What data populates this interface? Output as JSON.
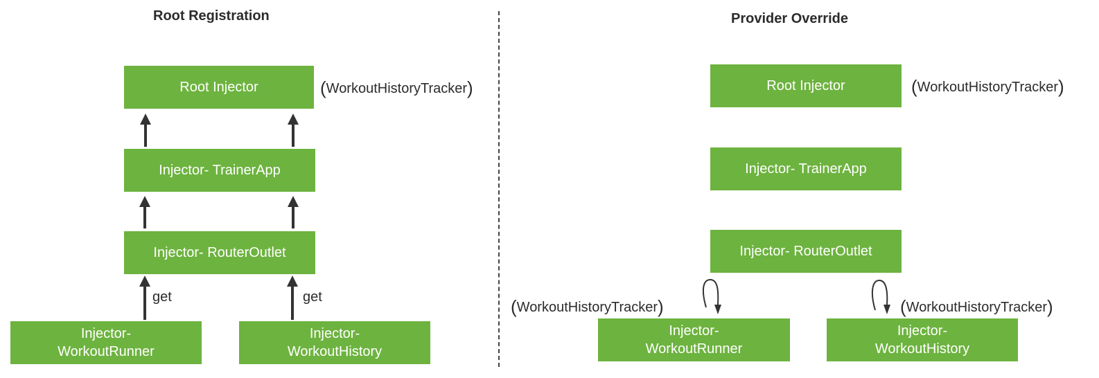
{
  "left": {
    "title": "Root Registration",
    "root_injector": "Root Injector",
    "trainer_app": "Injector- TrainerApp",
    "router_outlet": "Injector- RouterOutlet",
    "workout_runner": {
      "line1": "Injector-",
      "line2": "WorkoutRunner"
    },
    "workout_history": {
      "line1": "Injector-",
      "line2": "WorkoutHistory"
    },
    "root_tag": "WorkoutHistoryTracker",
    "get_label": "get"
  },
  "right": {
    "title": "Provider Override",
    "root_injector": "Root Injector",
    "trainer_app": "Injector- TrainerApp",
    "router_outlet": "Injector- RouterOutlet",
    "workout_runner": {
      "line1": "Injector-",
      "line2": "WorkoutRunner"
    },
    "workout_history": {
      "line1": "Injector-",
      "line2": "WorkoutHistory"
    },
    "root_tag": "WorkoutHistoryTracker",
    "runner_tag": "WorkoutHistoryTracker",
    "history_tag": "WorkoutHistoryTracker"
  },
  "colors": {
    "box": "#6db33f",
    "box_text": "#ffffff",
    "arrow": "#333333"
  },
  "icons": {
    "up_arrow": "arrow-up-icon",
    "self_loop": "self-loop-arrow-icon"
  }
}
